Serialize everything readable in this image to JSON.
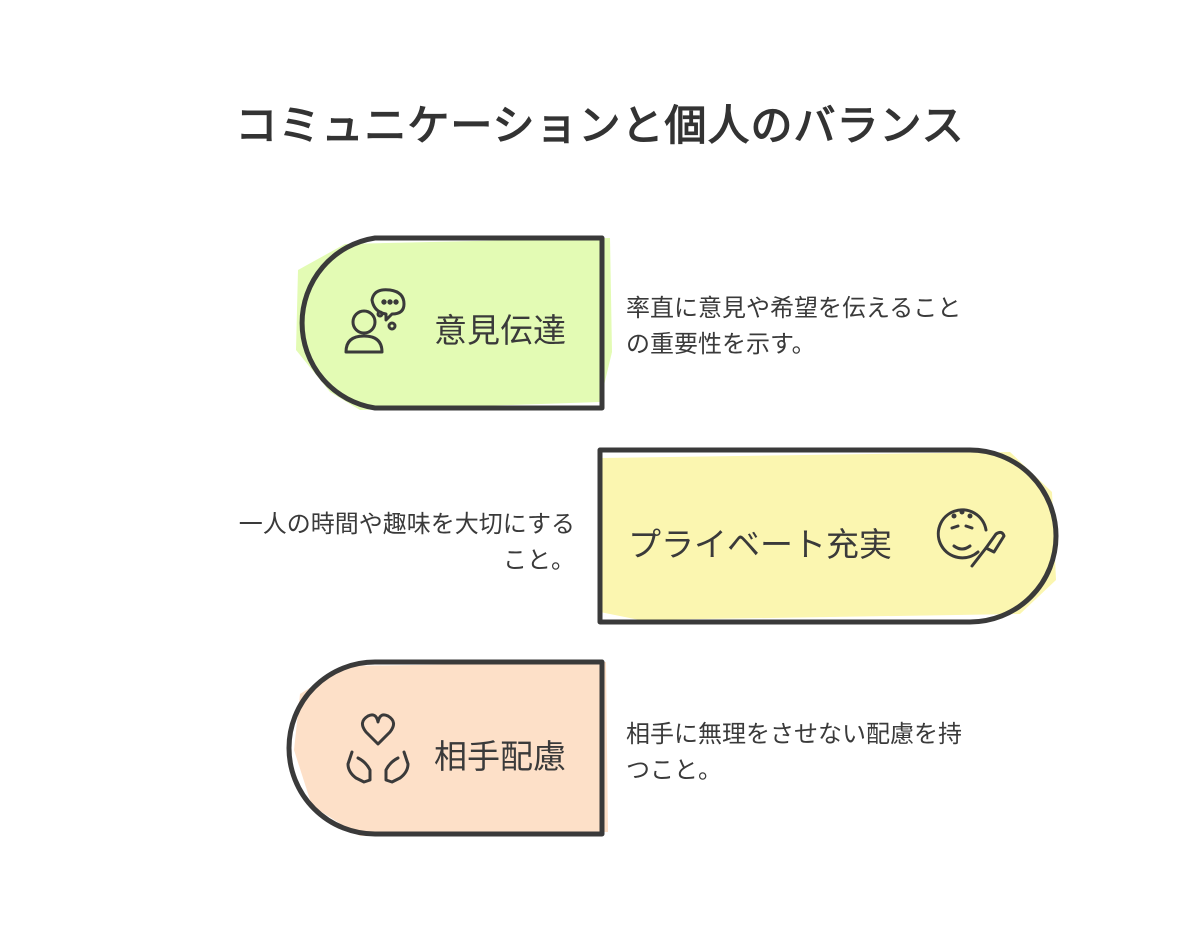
{
  "title": "コミュニケーションと個人のバランス",
  "items": [
    {
      "label": "意見伝達",
      "icon": "speech-person-icon",
      "color": "#e3fbb4",
      "description_lines": [
        "率直に意見や希望を伝えること",
        "の重要性を示す。"
      ]
    },
    {
      "label": "プライベート充実",
      "icon": "face-makeup-brush-icon",
      "color": "#fbf6b0",
      "description_lines": [
        "一人の時間や趣味を大切にする",
        "こと。"
      ]
    },
    {
      "label": "相手配慮",
      "icon": "heart-hands-icon",
      "color": "#fde0c8",
      "description_lines": [
        "相手に無理をさせない配慮を持",
        "つこと。"
      ]
    }
  ],
  "stroke_color": "#3a3a3a"
}
